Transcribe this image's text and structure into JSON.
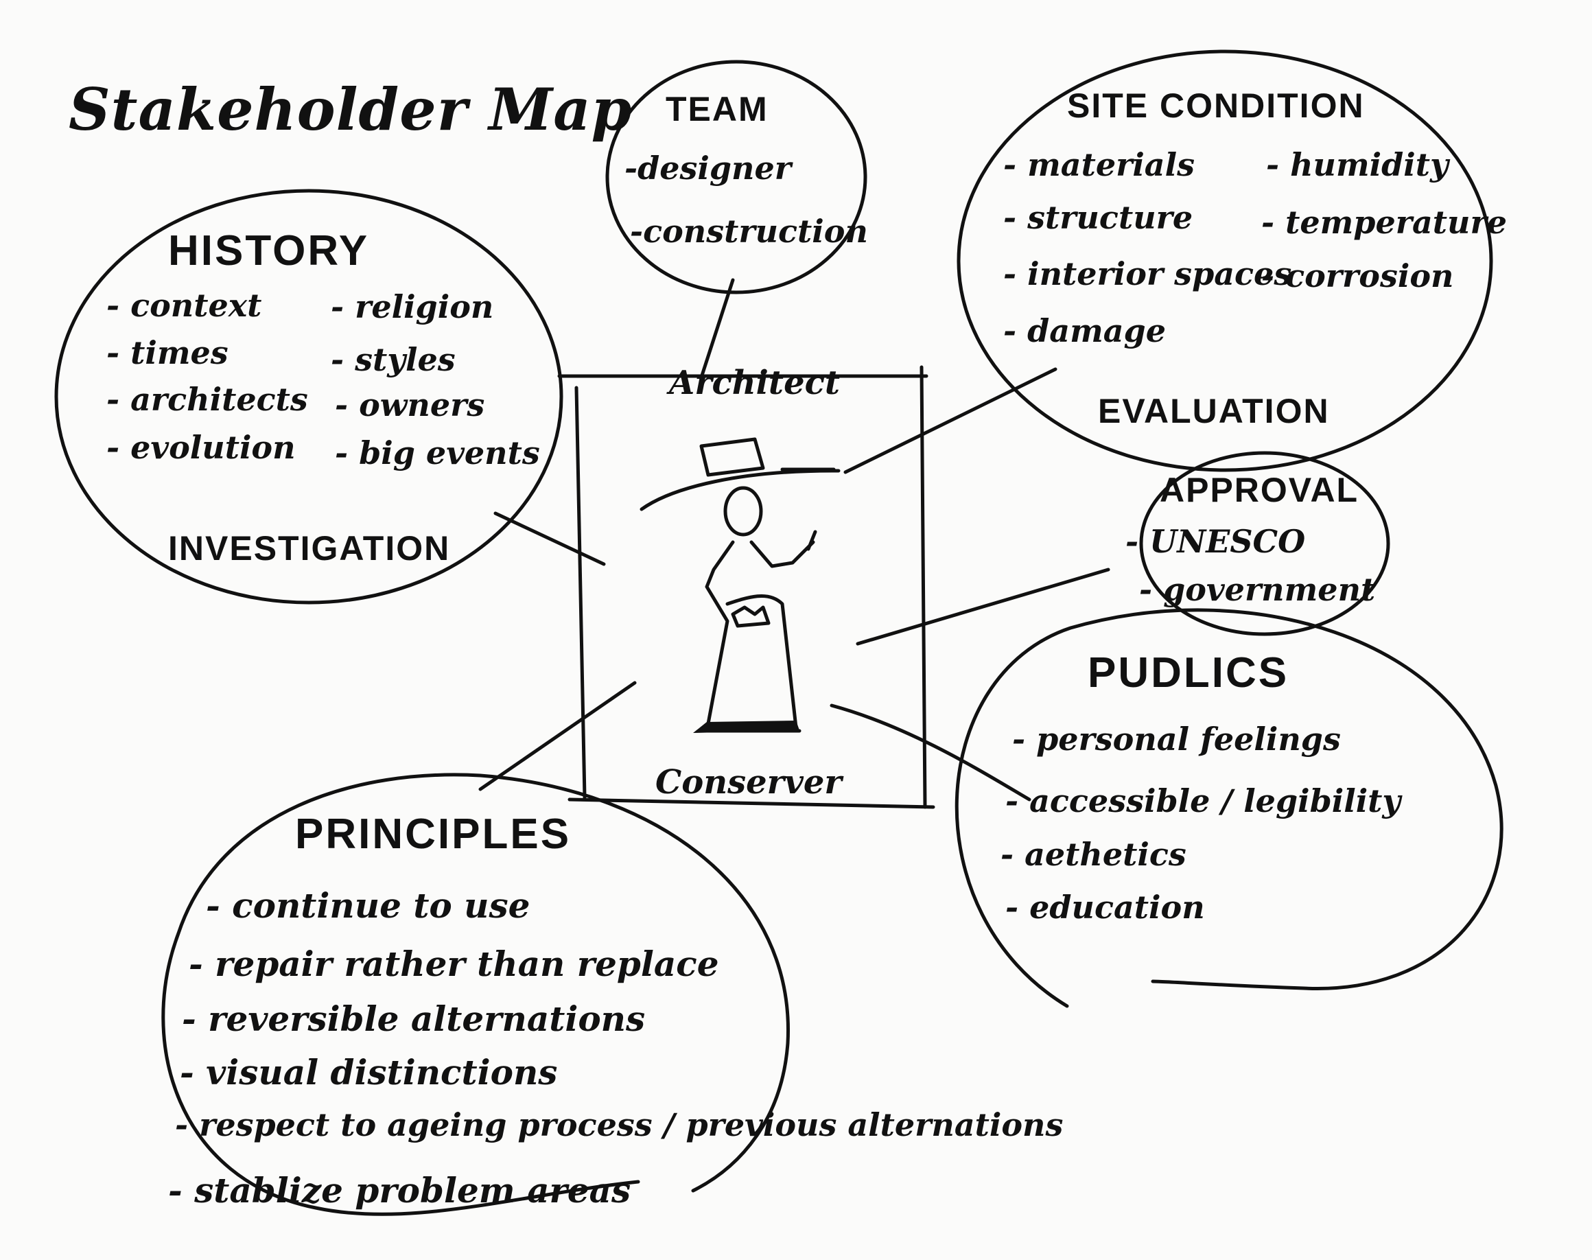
{
  "title": "Stakeholder Map",
  "center": {
    "top_role": "Architect",
    "bottom_role": "Conserver"
  },
  "team": {
    "heading": "TEAM",
    "items": [
      "-designer",
      "-construction"
    ]
  },
  "history": {
    "heading": "HISTORY",
    "items_left": [
      "- context",
      "- times",
      "- architects",
      "- evolution"
    ],
    "items_right": [
      "- religion",
      "- styles",
      "- owners",
      "- big events"
    ],
    "footer": "INVESTIGATION"
  },
  "site": {
    "heading": "SITE CONDITION",
    "items_left": [
      "- materials",
      "- structure",
      "- interior spaces",
      "- damage"
    ],
    "items_right": [
      "- humidity",
      "- temperature",
      "- corrosion"
    ],
    "footer": "EVALUATION"
  },
  "approval": {
    "heading": "APPROVAL",
    "items": [
      "- UNESCO",
      "- government"
    ]
  },
  "publics": {
    "heading": "PUDLICS",
    "items": [
      "- personal feelings",
      "- accessible / legibility",
      "- aethetics",
      "- education"
    ]
  },
  "principles": {
    "heading": "PRINCIPLES",
    "items": [
      "- continue to use",
      "- repair rather than replace",
      "- reversible alternations",
      "- visual distinctions",
      "- respect to ageing process / previous alternations",
      "- stablize problem areas"
    ]
  }
}
